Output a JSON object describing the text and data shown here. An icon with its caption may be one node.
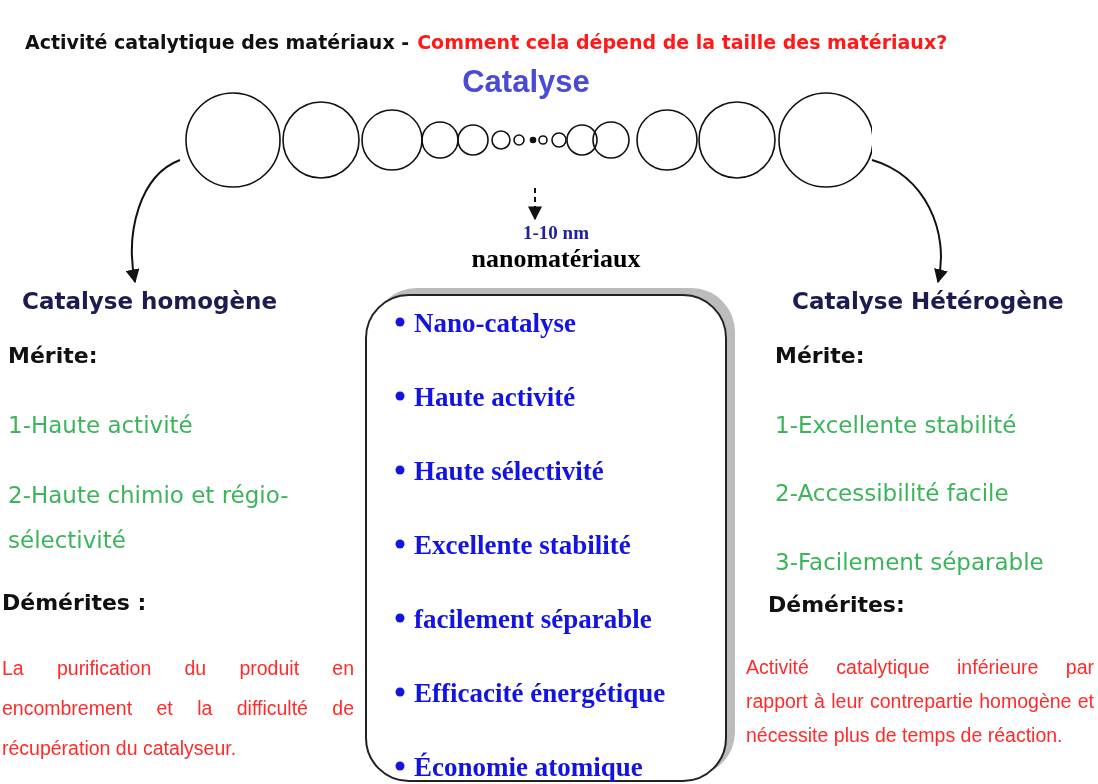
{
  "diagram": {
    "nodes": [
      {
        "text": [
          "Catalyse"
        ]
      },
      {
        "text": [
          "Catalyse homogène"
        ]
      },
      {
        "text": [
          "1-10 nm",
          "nanomatériaux",
          "Nano-catalyse",
          "Haute activité",
          "Haute sélectivité",
          "Excellente stabilité",
          "facilement séparable",
          "Efficacité énergétique",
          "Économie atomique"
        ]
      },
      {
        "text": [
          "Catalyse Hétérogène"
        ]
      }
    ],
    "edges": [
      {
        "from": 0,
        "to": 1,
        "arrow": "to"
      },
      {
        "from": 0,
        "to": 2,
        "arrow": "to",
        "style": "dashed"
      },
      {
        "from": 0,
        "to": 3,
        "arrow": "to"
      }
    ],
    "labels": [
      "Activité catalytique des matériaux -",
      "Comment cela dépend de la taille des matériaux?",
      "Mérite:",
      "1-Haute activité",
      "2-Haute chimio et régio-sélectivité",
      "Démérites :",
      "La purification du produit en encombrement et la difficulté de récupération du catalyseur.",
      "Mérite:",
      "1-Excellente stabilité",
      "2-Accessibilité facile",
      "3-Facilement séparable",
      "Démérites:",
      "Activité catalytique inférieure par rapport à leur contrepartie homogène et nécessite plus de temps de réaction."
    ]
  }
}
